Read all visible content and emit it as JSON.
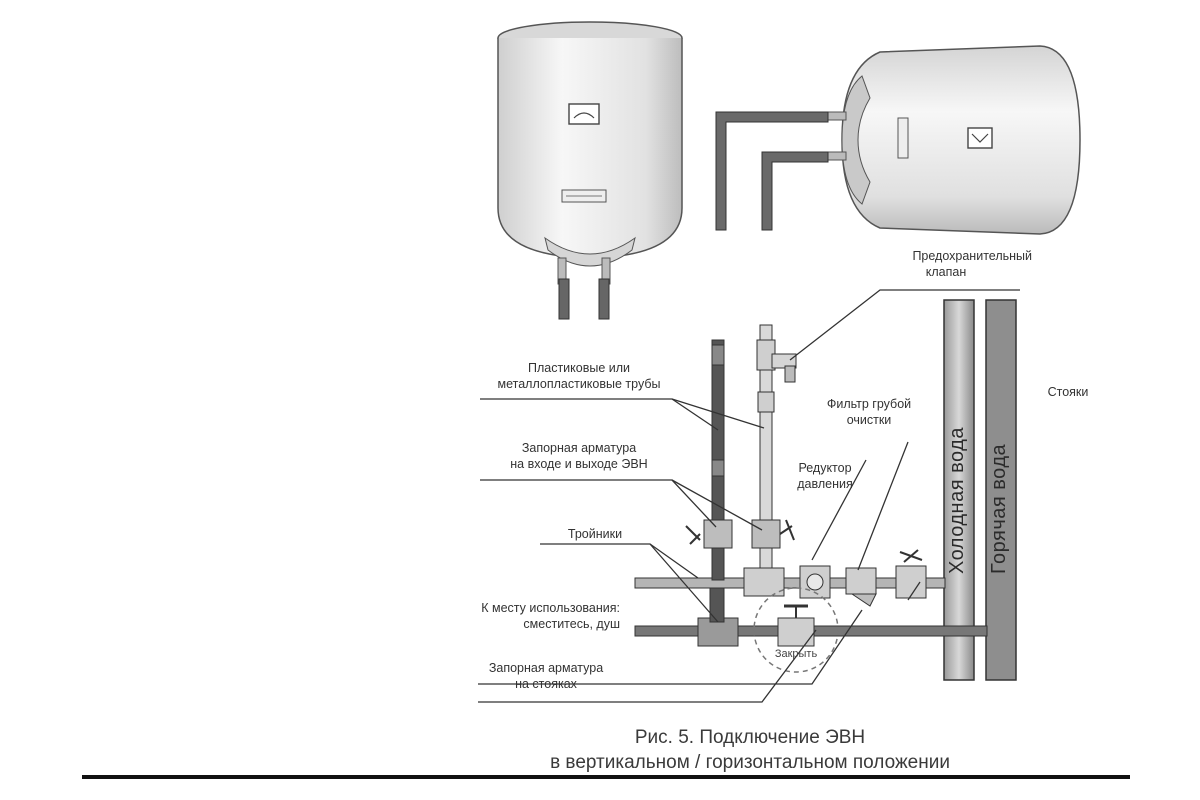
{
  "labels": {
    "safety_valve": [
      "Предохранительный",
      "клапан"
    ],
    "pipes": [
      "Пластиковые или",
      "металлопластиковые трубы"
    ],
    "shutoff_evn": [
      "Запорная арматура",
      "на входе и выходе ЭВН"
    ],
    "tees": "Тройники",
    "usage": [
      "К месту использования:",
      "сместитесь, душ"
    ],
    "shutoff_risers": [
      "Запорная арматура",
      "на стояках"
    ],
    "filter": [
      "Фильтр грубой",
      "очистки"
    ],
    "reducer": [
      "Редуктор",
      "давления"
    ],
    "risers": "Стояки",
    "cold_water": "Холодная вода",
    "hot_water": "Горячая вода",
    "close": "Закрыть"
  },
  "caption": {
    "line1": "Рис. 5. Подключение ЭВН",
    "line2": "в вертикальном / горизонтальном положении"
  },
  "colors": {
    "pipe_fill": "#6f6f6f",
    "riser_fill": "#8a8a8a",
    "tank_fill": "#ededed",
    "stroke": "#333333"
  }
}
